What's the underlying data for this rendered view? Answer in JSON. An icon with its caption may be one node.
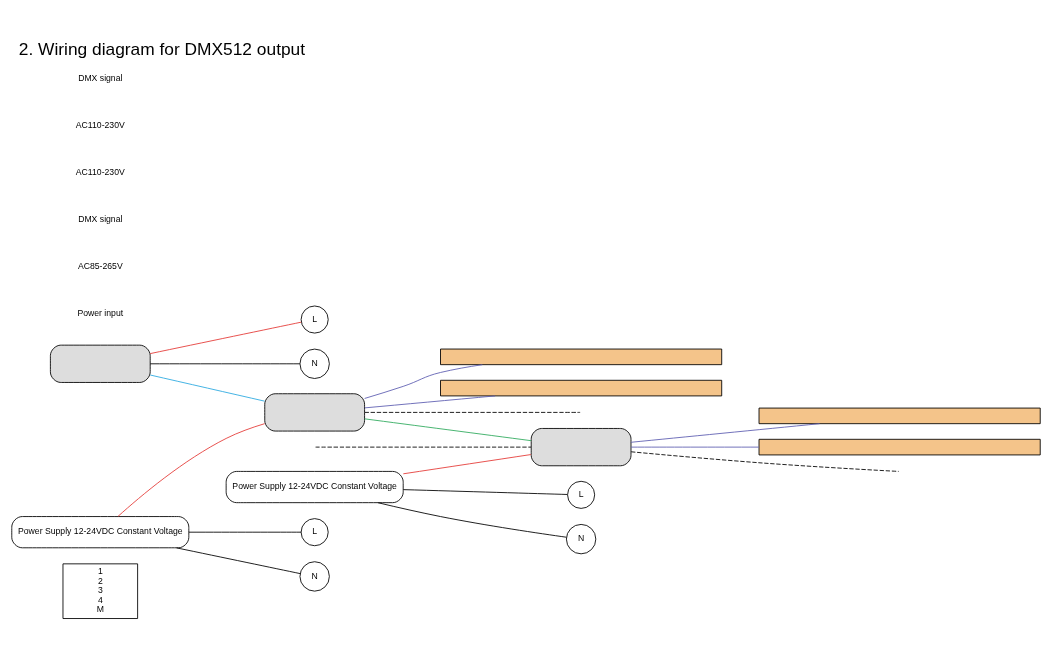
{
  "diagram": {
    "title": "2. Wiring diagram for DMX512 output",
    "nodes": [
      {
        "text": [
          "1",
          "2",
          "3",
          "4",
          "M"
        ]
      },
      {
        "text": [],
        "shape": "box"
      },
      {
        "text": [
          "L"
        ]
      },
      {
        "text": [
          "N"
        ]
      },
      {
        "text": [],
        "shape": "box"
      },
      {
        "text": [
          "Power Supply 12-24VDC Constant Voltage"
        ]
      },
      {
        "text": [
          "L"
        ]
      },
      {
        "text": [
          "N"
        ]
      },
      {
        "text": [],
        "shape": "bar"
      },
      {
        "text": [],
        "shape": "bar"
      },
      {
        "text": [],
        "shape": "box"
      },
      {
        "text": [
          "Power Supply 12-24VDC Constant Voltage"
        ]
      },
      {
        "text": [
          "L"
        ]
      },
      {
        "text": [
          "N"
        ]
      },
      {
        "text": [],
        "shape": "bar"
      },
      {
        "text": [],
        "shape": "bar"
      }
    ],
    "edges": [
      {
        "from": 1,
        "to": 2,
        "arrow": "none",
        "color": "#e53935"
      },
      {
        "from": 1,
        "to": 3,
        "arrow": "none"
      },
      {
        "from": 1,
        "to": 4,
        "arrow": "none",
        "color": "#29a8e0"
      },
      {
        "from": 4,
        "to": 10,
        "arrow": "none",
        "color": "#2eaa5c"
      },
      {
        "from": 10,
        "to": null,
        "arrow": "none",
        "style": "dashed"
      },
      {
        "from": 5,
        "to": 4,
        "arrow": "none",
        "color": "#e53935"
      },
      {
        "from": 5,
        "to": 6,
        "arrow": "none"
      },
      {
        "from": 5,
        "to": 7,
        "arrow": "none"
      },
      {
        "from": 4,
        "to": 8,
        "arrow": "none",
        "color": "#5c5cb0"
      },
      {
        "from": 4,
        "to": 9,
        "arrow": "none",
        "color": "#5c5cb0"
      },
      {
        "from": 4,
        "to": null,
        "arrow": "none",
        "style": "dashed"
      },
      {
        "from": 11,
        "to": 10,
        "arrow": "none",
        "color": "#e53935"
      },
      {
        "from": 11,
        "to": 12,
        "arrow": "none"
      },
      {
        "from": 11,
        "to": 13,
        "arrow": "none"
      },
      {
        "from": 10,
        "to": 14,
        "arrow": "none",
        "color": "#5c5cb0"
      },
      {
        "from": 10,
        "to": 15,
        "arrow": "none",
        "color": "#5c5cb0"
      },
      {
        "from": 10,
        "to": null,
        "arrow": "none",
        "style": "dashed"
      }
    ],
    "labels": [
      "Power input",
      "AC85-265V",
      "DMX signal",
      "AC110-230V",
      "AC110-230V",
      "DMX signal"
    ]
  }
}
